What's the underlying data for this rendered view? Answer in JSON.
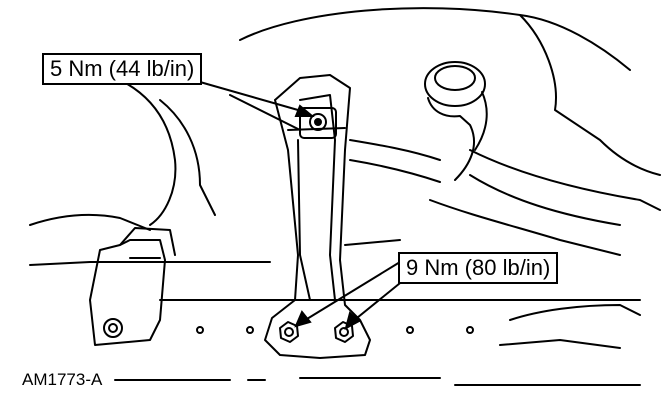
{
  "callouts": {
    "upper_bolt_torque": "5 Nm (44 lb/in)",
    "lower_bolts_torque": "9 Nm (80 lb/in)"
  },
  "figure_id": "AM1773-A",
  "colors": {
    "line": "#000000",
    "background": "#ffffff"
  }
}
